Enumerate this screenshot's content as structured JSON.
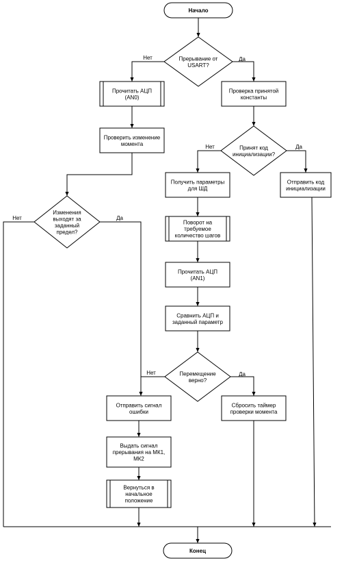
{
  "nodes": {
    "start": "Начало",
    "d_usart": "Прерывание от|USART?",
    "read_an0": "Прочитать АЦП|(AN0)",
    "check_const": "Проверка принятой|константы",
    "check_moment": "Проверить изменение|момента",
    "d_init": "Принят код|инициализации?",
    "get_params": "Получить параметры|для ШД",
    "send_init": "Отправить код|инициализации",
    "d_limit": "Изменения|выходят за|заданный|предел?",
    "rotate": "Поворот на|требуемое|количество шагов",
    "read_an1": "Прочитать АЦП|(AN1)",
    "compare": "Сравнить АЦП и|заданный параметр",
    "d_move": "Перемещение|верно?",
    "send_error": "Отправить сигнал|ошибки",
    "reset_timer": "Сбросить таймер|проверки момента",
    "interrupt": "Выдать сигнал|прерывания на МК1,|МК2",
    "return_home": "Вернуться в|начальное|положение",
    "end": "Конец"
  },
  "edge_labels": {
    "usart_no": "Нет",
    "usart_yes": "Да",
    "init_no": "Нет",
    "init_yes": "Да",
    "limit_no": "Нет",
    "limit_yes": "Да",
    "move_no": "Нет",
    "move_yes": "Да"
  }
}
